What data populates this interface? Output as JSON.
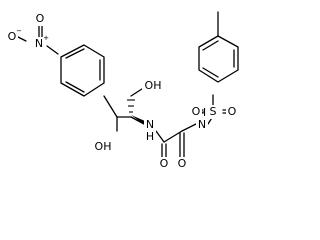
{
  "molecule": {
    "atoms": {
      "nitro_o_left": "O",
      "nitro_n": "N",
      "nitro_o_top": "O",
      "hydroxyl_top_right": "OH",
      "hydroxyl_benzylic": "OH",
      "amide_nh": "N",
      "amide_nh_h": "H",
      "sulfonamide_nh": "N",
      "sulfonamide_nh_h": "H",
      "sulfur": "S",
      "sulfonyl_o_left": "O",
      "sulfonyl_o_right": "O",
      "carbonyl_o_left": "O",
      "carbonyl_o_right": "O"
    },
    "charges": {
      "nitro_n_charge": "+",
      "nitro_o_charge": "−"
    }
  }
}
